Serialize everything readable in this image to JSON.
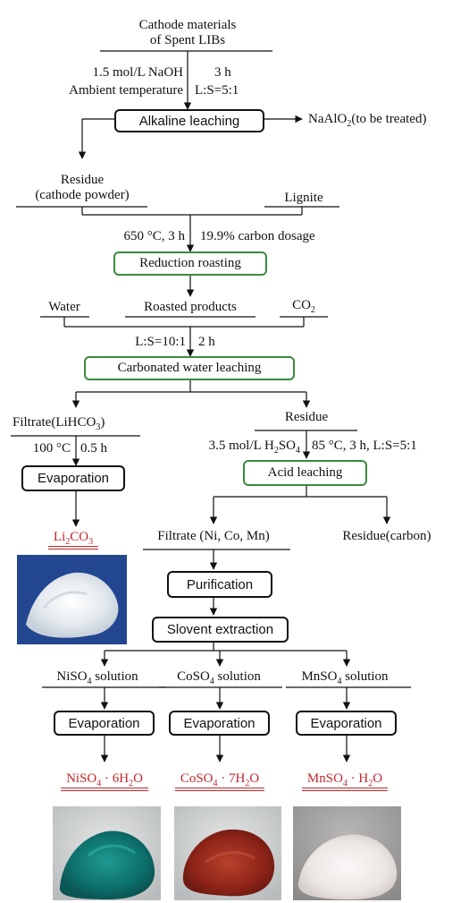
{
  "input": {
    "line1": "Cathode materials",
    "line2": "of Spent LIBs"
  },
  "step1": {
    "cond_left_1": "1.5 mol/L NaOH",
    "cond_left_2": "Ambient temperature",
    "cond_right_1": "3 h",
    "cond_right_2": "L:S=5:1",
    "box": "Alkaline leaching",
    "side_product_prefix": "NaAlO",
    "side_product_sub": "2",
    "side_product_suffix": "(to be treated)"
  },
  "step2": {
    "residue_1": "Residue",
    "residue_2": "(cathode powder)",
    "additive": "Lignite",
    "cond_left": "650 °C, 3 h",
    "cond_right": "19.9% carbon dosage",
    "box": "Reduction roasting"
  },
  "step3": {
    "water": "Water",
    "roasted": "Roasted products",
    "co2_prefix": "CO",
    "co2_sub": "2",
    "cond_left": "L:S=10:1",
    "cond_right": "2 h",
    "box": "Carbonated water leaching"
  },
  "li_branch": {
    "filtrate_prefix": "Filtrate(LiHCO",
    "filtrate_sub": "3",
    "filtrate_suffix": ")",
    "cond_left": "100 °C",
    "cond_right": "0.5 h",
    "box": "Evaporation",
    "product_prefix": "Li",
    "product_sub1": "2",
    "product_mid": "CO",
    "product_sub2": "3"
  },
  "acid_branch": {
    "residue": "Residue",
    "cond_left_prefix": "3.5 mol/L H",
    "cond_left_sub1": "2",
    "cond_left_mid": "SO",
    "cond_left_sub2": "4",
    "cond_right": "85 °C, 3 h, L:S=5:1",
    "box": "Acid leaching",
    "filtrate": "Filtrate (Ni, Co, Mn)",
    "residue_carbon": "Residue(carbon)",
    "purification": "Purification",
    "extraction": "Slovent extraction"
  },
  "metals": [
    {
      "solution_prefix": "NiSO",
      "solution_sub": "4",
      "solution_suffix": " solution",
      "box": "Evaporation",
      "product_prefix": "NiSO",
      "product_sub": "4",
      "product_mid": " · 6H",
      "product_sub2": "2",
      "product_suffix": "O"
    },
    {
      "solution_prefix": "CoSO",
      "solution_sub": "4",
      "solution_suffix": " solution",
      "box": "Evaporation",
      "product_prefix": "CoSO",
      "product_sub": "4",
      "product_mid": " · 7H",
      "product_sub2": "2",
      "product_suffix": "O"
    },
    {
      "solution_prefix": "MnSO",
      "solution_sub": "4",
      "solution_suffix": " solution",
      "box": "Evaporation",
      "product_prefix": "MnSO",
      "product_sub": "4",
      "product_mid": " · H",
      "product_sub2": "2",
      "product_suffix": "O"
    }
  ],
  "colors": {
    "green_box": "#3c8a3c",
    "product_red": "#c0282d",
    "line": "#111111"
  }
}
